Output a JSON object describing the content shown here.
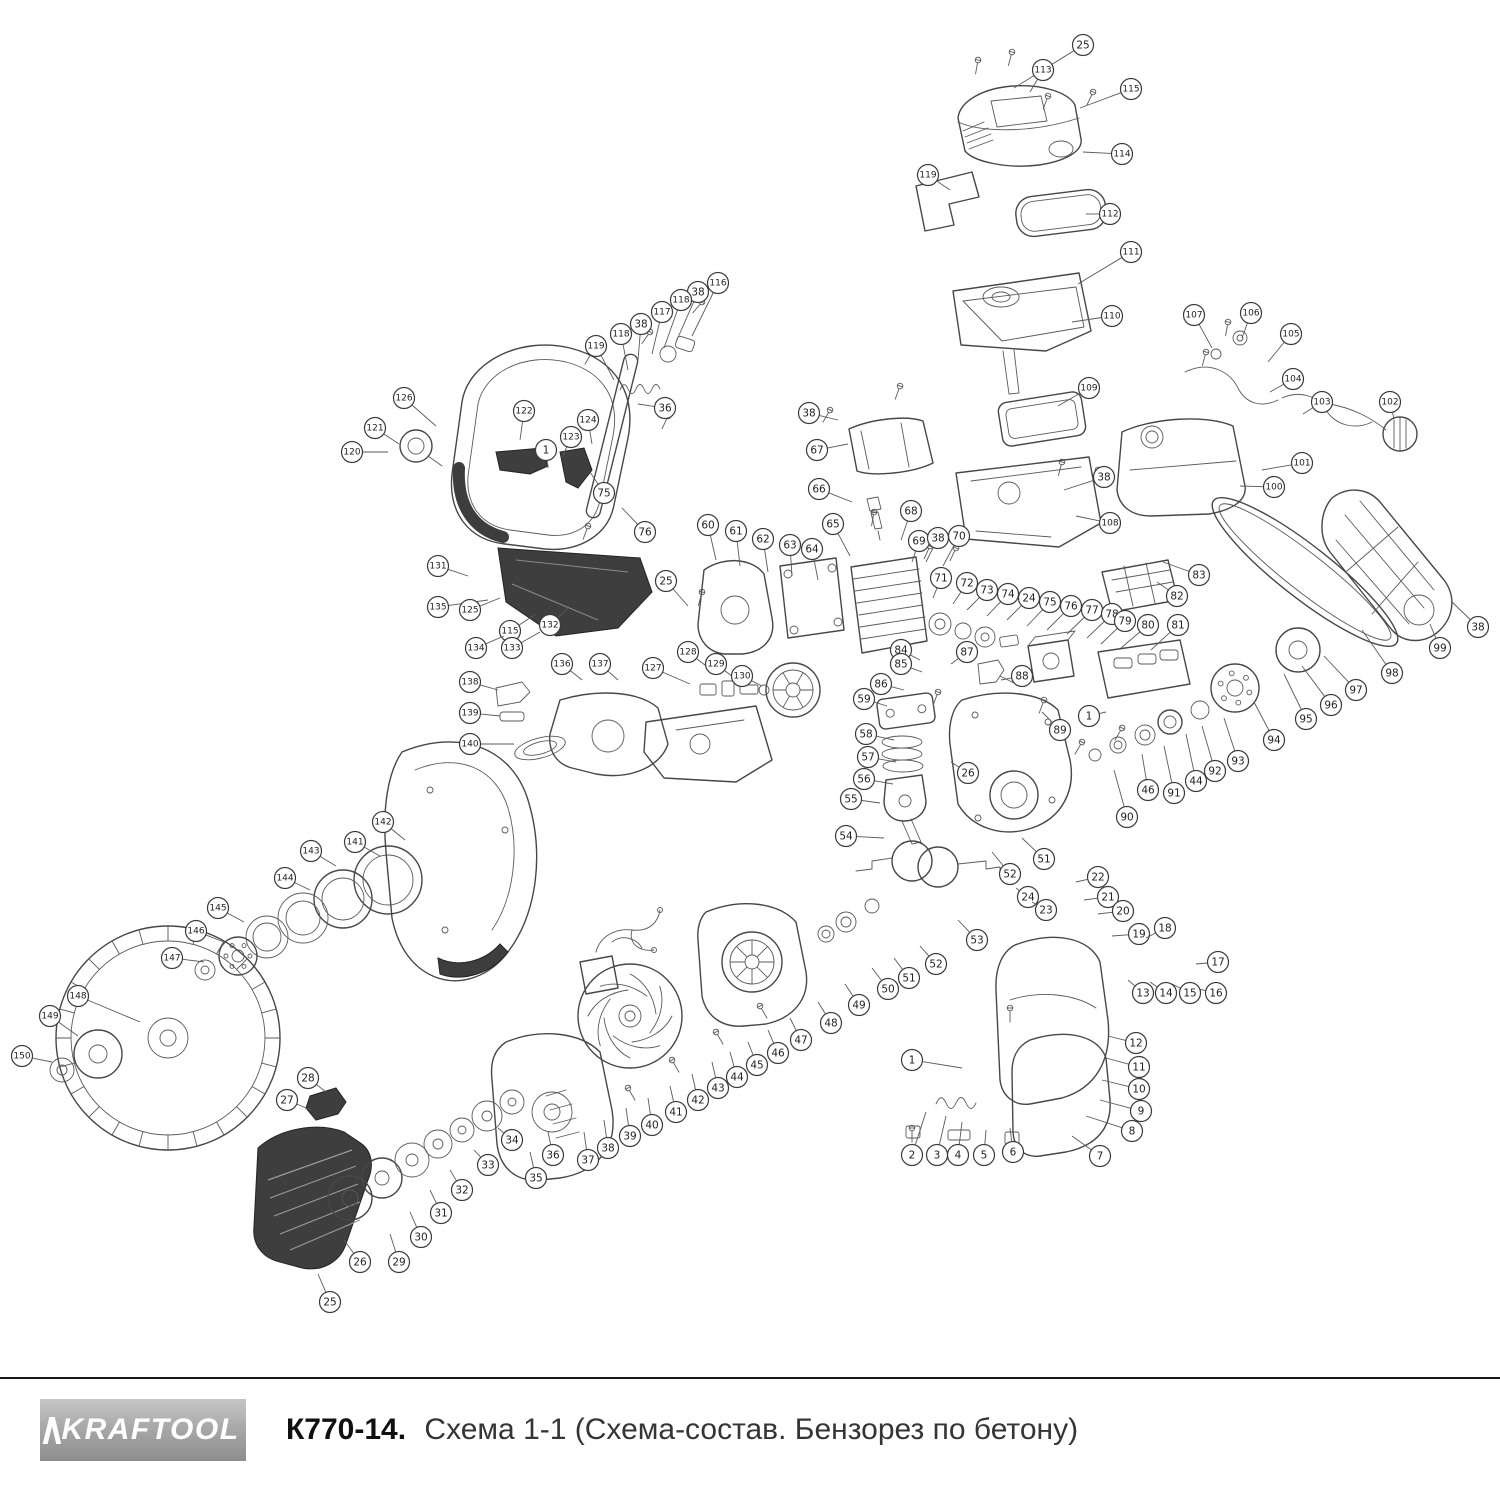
{
  "footer": {
    "brand": "KRAFTOOL",
    "model": "К770-14.",
    "title": "Схема 1-1 (Схема-состав. Бензорез по бетону)"
  },
  "diagram": {
    "balloons": [
      [
        "25",
        1083,
        45,
        1014,
        88
      ],
      [
        "113",
        1043,
        70,
        1030,
        92
      ],
      [
        "115",
        1131,
        89,
        1080,
        108
      ],
      [
        "114",
        1122,
        154,
        1083,
        152
      ],
      [
        "119",
        928,
        175,
        950,
        190
      ],
      [
        "112",
        1110,
        214,
        1086,
        214
      ],
      [
        "111",
        1131,
        252,
        1078,
        284
      ],
      [
        "110",
        1112,
        316,
        1072,
        322
      ],
      [
        "109",
        1089,
        388,
        1058,
        406
      ],
      [
        "108",
        1110,
        523,
        1076,
        516
      ],
      [
        "107",
        1194,
        315,
        1212,
        348
      ],
      [
        "106",
        1251,
        313,
        1242,
        338
      ],
      [
        "105",
        1291,
        334,
        1268,
        362
      ],
      [
        "104",
        1293,
        379,
        1270,
        392
      ],
      [
        "103",
        1322,
        402,
        1303,
        414
      ],
      [
        "102",
        1390,
        402,
        1394,
        419
      ],
      [
        "101",
        1302,
        463,
        1262,
        470
      ],
      [
        "100",
        1274,
        487,
        1240,
        486
      ],
      [
        "38",
        1478,
        627,
        1452,
        602
      ],
      [
        "99",
        1440,
        648,
        1430,
        624
      ],
      [
        "98",
        1392,
        673,
        1362,
        630
      ],
      [
        "97",
        1356,
        690,
        1324,
        656
      ],
      [
        "96",
        1331,
        705,
        1302,
        666
      ],
      [
        "95",
        1306,
        719,
        1284,
        674
      ],
      [
        "94",
        1274,
        740,
        1254,
        702
      ],
      [
        "93",
        1238,
        761,
        1224,
        718
      ],
      [
        "92",
        1215,
        771,
        1202,
        726
      ],
      [
        "44",
        1196,
        781,
        1186,
        734
      ],
      [
        "91",
        1174,
        793,
        1164,
        746
      ],
      [
        "46",
        1148,
        790,
        1142,
        754
      ],
      [
        "90",
        1127,
        817,
        1114,
        770
      ],
      [
        "89",
        1060,
        730,
        1042,
        712
      ],
      [
        "1",
        1089,
        716,
        1106,
        712
      ],
      [
        "116",
        718,
        283,
        692,
        336
      ],
      [
        "38",
        698,
        292,
        676,
        342
      ],
      [
        "118",
        681,
        300,
        664,
        348
      ],
      [
        "117",
        662,
        312,
        652,
        354
      ],
      [
        "38",
        641,
        324,
        638,
        360
      ],
      [
        "118",
        621,
        334,
        628,
        370
      ],
      [
        "119",
        596,
        346,
        614,
        380
      ],
      [
        "126",
        404,
        398,
        436,
        426
      ],
      [
        "121",
        375,
        428,
        399,
        444
      ],
      [
        "120",
        352,
        452,
        388,
        452
      ],
      [
        "122",
        524,
        411,
        520,
        440
      ],
      [
        "123",
        571,
        437,
        562,
        458
      ],
      [
        "1",
        546,
        450,
        548,
        468
      ],
      [
        "124",
        588,
        420,
        592,
        444
      ],
      [
        "36",
        665,
        408,
        638,
        404
      ],
      [
        "75",
        604,
        493,
        590,
        472
      ],
      [
        "76",
        645,
        532,
        622,
        508
      ],
      [
        "131",
        438,
        566,
        468,
        576
      ],
      [
        "25",
        666,
        581,
        688,
        606
      ],
      [
        "135",
        438,
        607,
        488,
        600
      ],
      [
        "125",
        470,
        610,
        500,
        598
      ],
      [
        "115",
        510,
        631,
        536,
        614
      ],
      [
        "132",
        550,
        625,
        568,
        608
      ],
      [
        "133",
        512,
        648,
        540,
        632
      ],
      [
        "134",
        476,
        648,
        504,
        636
      ],
      [
        "60",
        708,
        525,
        716,
        560
      ],
      [
        "61",
        736,
        531,
        740,
        566
      ],
      [
        "62",
        763,
        539,
        768,
        572
      ],
      [
        "63",
        790,
        545,
        792,
        576
      ],
      [
        "64",
        812,
        549,
        818,
        580
      ],
      [
        "65",
        833,
        524,
        850,
        556
      ],
      [
        "66",
        819,
        489,
        852,
        502
      ],
      [
        "67",
        817,
        450,
        848,
        444
      ],
      [
        "38",
        809,
        413,
        838,
        420
      ],
      [
        "68",
        911,
        511,
        901,
        540
      ],
      [
        "69",
        919,
        541,
        912,
        562
      ],
      [
        "38",
        938,
        538,
        926,
        562
      ],
      [
        "70",
        959,
        536,
        943,
        566
      ],
      [
        "71",
        941,
        578,
        933,
        598
      ],
      [
        "72",
        967,
        583,
        953,
        604
      ],
      [
        "73",
        987,
        590,
        967,
        610
      ],
      [
        "74",
        1008,
        594,
        987,
        616
      ],
      [
        "24",
        1029,
        598,
        1007,
        620
      ],
      [
        "75",
        1050,
        602,
        1027,
        626
      ],
      [
        "76",
        1071,
        606,
        1047,
        630
      ],
      [
        "77",
        1092,
        610,
        1067,
        634
      ],
      [
        "78",
        1112,
        614,
        1087,
        638
      ],
      [
        "79",
        1125,
        621,
        1101,
        644
      ],
      [
        "80",
        1148,
        625,
        1121,
        648
      ],
      [
        "81",
        1178,
        625,
        1151,
        650
      ],
      [
        "82",
        1177,
        596,
        1157,
        582
      ],
      [
        "83",
        1199,
        575,
        1163,
        562
      ],
      [
        "38",
        1104,
        477,
        1064,
        490
      ],
      [
        "84",
        901,
        650,
        920,
        660
      ],
      [
        "85",
        901,
        664,
        922,
        672
      ],
      [
        "87",
        967,
        652,
        951,
        664
      ],
      [
        "88",
        1022,
        676,
        1001,
        680
      ],
      [
        "86",
        881,
        684,
        904,
        690
      ],
      [
        "59",
        864,
        699,
        887,
        706
      ],
      [
        "58",
        866,
        734,
        894,
        740
      ],
      [
        "57",
        868,
        757,
        896,
        762
      ],
      [
        "56",
        864,
        779,
        893,
        784
      ],
      [
        "55",
        851,
        799,
        880,
        803
      ],
      [
        "54",
        846,
        836,
        884,
        838
      ],
      [
        "26",
        968,
        773,
        951,
        762
      ],
      [
        "127",
        653,
        668,
        690,
        684
      ],
      [
        "128",
        688,
        652,
        714,
        672
      ],
      [
        "129",
        716,
        664,
        737,
        680
      ],
      [
        "130",
        742,
        676,
        762,
        686
      ],
      [
        "136",
        562,
        664,
        582,
        680
      ],
      [
        "137",
        600,
        664,
        618,
        680
      ],
      [
        "138",
        470,
        682,
        498,
        690
      ],
      [
        "139",
        470,
        713,
        500,
        716
      ],
      [
        "140",
        470,
        744,
        514,
        744
      ],
      [
        "141",
        355,
        842,
        380,
        856
      ],
      [
        "142",
        383,
        822,
        405,
        840
      ],
      [
        "143",
        311,
        851,
        336,
        866
      ],
      [
        "144",
        285,
        878,
        310,
        890
      ],
      [
        "145",
        218,
        908,
        244,
        922
      ],
      [
        "146",
        196,
        931,
        224,
        942
      ],
      [
        "147",
        172,
        958,
        204,
        962
      ],
      [
        "148",
        78,
        996,
        140,
        1022
      ],
      [
        "149",
        50,
        1016,
        78,
        1036
      ],
      [
        "150",
        22,
        1056,
        52,
        1062
      ],
      [
        "28",
        308,
        1078,
        326,
        1092
      ],
      [
        "27",
        287,
        1100,
        311,
        1110
      ],
      [
        "26",
        360,
        1262,
        344,
        1240
      ],
      [
        "25",
        330,
        1302,
        318,
        1274
      ],
      [
        "29",
        399,
        1262,
        390,
        1234
      ],
      [
        "30",
        421,
        1237,
        410,
        1212
      ],
      [
        "31",
        441,
        1213,
        430,
        1190
      ],
      [
        "32",
        462,
        1190,
        450,
        1170
      ],
      [
        "33",
        488,
        1165,
        474,
        1150
      ],
      [
        "34",
        512,
        1140,
        498,
        1128
      ],
      [
        "35",
        536,
        1178,
        530,
        1152
      ],
      [
        "36",
        553,
        1155,
        548,
        1132
      ],
      [
        "37",
        588,
        1160,
        584,
        1132
      ],
      [
        "38",
        608,
        1148,
        604,
        1120
      ],
      [
        "39",
        630,
        1136,
        626,
        1108
      ],
      [
        "40",
        652,
        1125,
        648,
        1098
      ],
      [
        "41",
        676,
        1112,
        670,
        1086
      ],
      [
        "42",
        698,
        1100,
        692,
        1074
      ],
      [
        "43",
        718,
        1088,
        712,
        1062
      ],
      [
        "44",
        737,
        1077,
        730,
        1052
      ],
      [
        "45",
        757,
        1065,
        748,
        1042
      ],
      [
        "46",
        778,
        1053,
        768,
        1030
      ],
      [
        "47",
        801,
        1040,
        790,
        1018
      ],
      [
        "48",
        831,
        1023,
        818,
        1002
      ],
      [
        "49",
        859,
        1005,
        845,
        984
      ],
      [
        "50",
        888,
        989,
        872,
        968
      ],
      [
        "51",
        909,
        978,
        894,
        958
      ],
      [
        "52",
        936,
        964,
        920,
        946
      ],
      [
        "53",
        977,
        940,
        958,
        920
      ],
      [
        "51",
        1044,
        859,
        1022,
        838
      ],
      [
        "52",
        1010,
        874,
        992,
        852
      ],
      [
        "22",
        1098,
        877,
        1076,
        882
      ],
      [
        "21",
        1108,
        897,
        1084,
        900
      ],
      [
        "20",
        1123,
        911,
        1098,
        914
      ],
      [
        "24",
        1028,
        897,
        1016,
        888
      ],
      [
        "23",
        1046,
        910,
        1032,
        902
      ],
      [
        "19",
        1139,
        934,
        1112,
        936
      ],
      [
        "18",
        1165,
        928,
        1146,
        938
      ],
      [
        "17",
        1218,
        962,
        1196,
        964
      ],
      [
        "16",
        1216,
        993,
        1194,
        988
      ],
      [
        "15",
        1190,
        993,
        1172,
        984
      ],
      [
        "14",
        1166,
        993,
        1150,
        982
      ],
      [
        "13",
        1143,
        993,
        1128,
        980
      ],
      [
        "12",
        1136,
        1043,
        1108,
        1036
      ],
      [
        "11",
        1139,
        1067,
        1106,
        1058
      ],
      [
        "10",
        1139,
        1089,
        1102,
        1080
      ],
      [
        "9",
        1141,
        1111,
        1100,
        1100
      ],
      [
        "8",
        1132,
        1131,
        1086,
        1116
      ],
      [
        "7",
        1100,
        1156,
        1072,
        1136
      ],
      [
        "6",
        1013,
        1152,
        1010,
        1128
      ],
      [
        "5",
        984,
        1155,
        986,
        1130
      ],
      [
        "4",
        958,
        1155,
        962,
        1122
      ],
      [
        "3",
        937,
        1155,
        946,
        1116
      ],
      [
        "2",
        912,
        1155,
        926,
        1112
      ],
      [
        "1",
        912,
        1060,
        962,
        1068
      ]
    ]
  }
}
